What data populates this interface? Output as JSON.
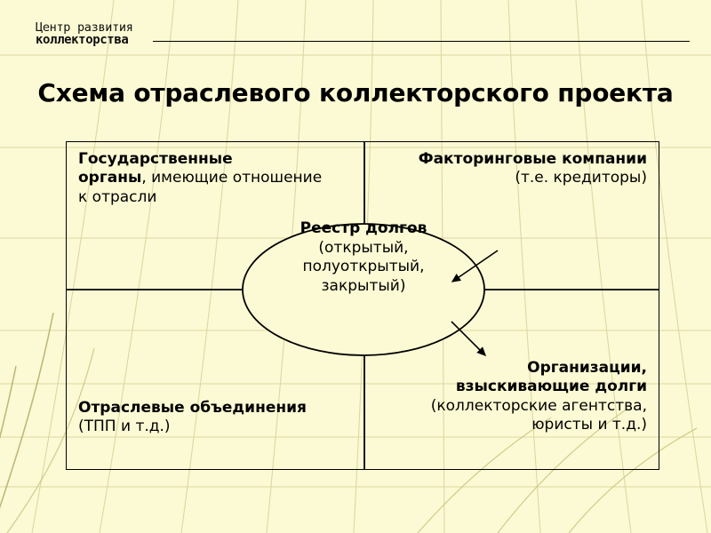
{
  "header": {
    "brand_line1": "Центр развития",
    "brand_line2": "коллекторства"
  },
  "title": "Схема отраслевого коллекторского проекта",
  "diagram": {
    "center": {
      "bold": "Реестр долгов",
      "line1": "(открытый,",
      "line2": "полуоткрытый,",
      "line3": "закрытый)"
    },
    "quadrants": {
      "top_left": {
        "bold": "Государственные\nорганы",
        "bold_line1": "Государственные",
        "bold_line2": "органы",
        "rest": ", имеющие отношение",
        "line3": "к отрасли"
      },
      "top_right": {
        "bold": "Факторинговые компании",
        "regular": "(т.е. кредиторы)"
      },
      "bottom_left": {
        "bold": "Отраслевые объединения",
        "regular": "(ТПП и т.д.)"
      },
      "bottom_right": {
        "bold_line1": "Организации,",
        "bold_line2": "взыскивающие долги",
        "regular_line1": "(коллекторские агентства,",
        "regular_line2": "юристы и т.д.)"
      }
    }
  },
  "colors": {
    "background": "#fcfad4",
    "ink": "#000000",
    "pattern": "#c9c37e"
  }
}
